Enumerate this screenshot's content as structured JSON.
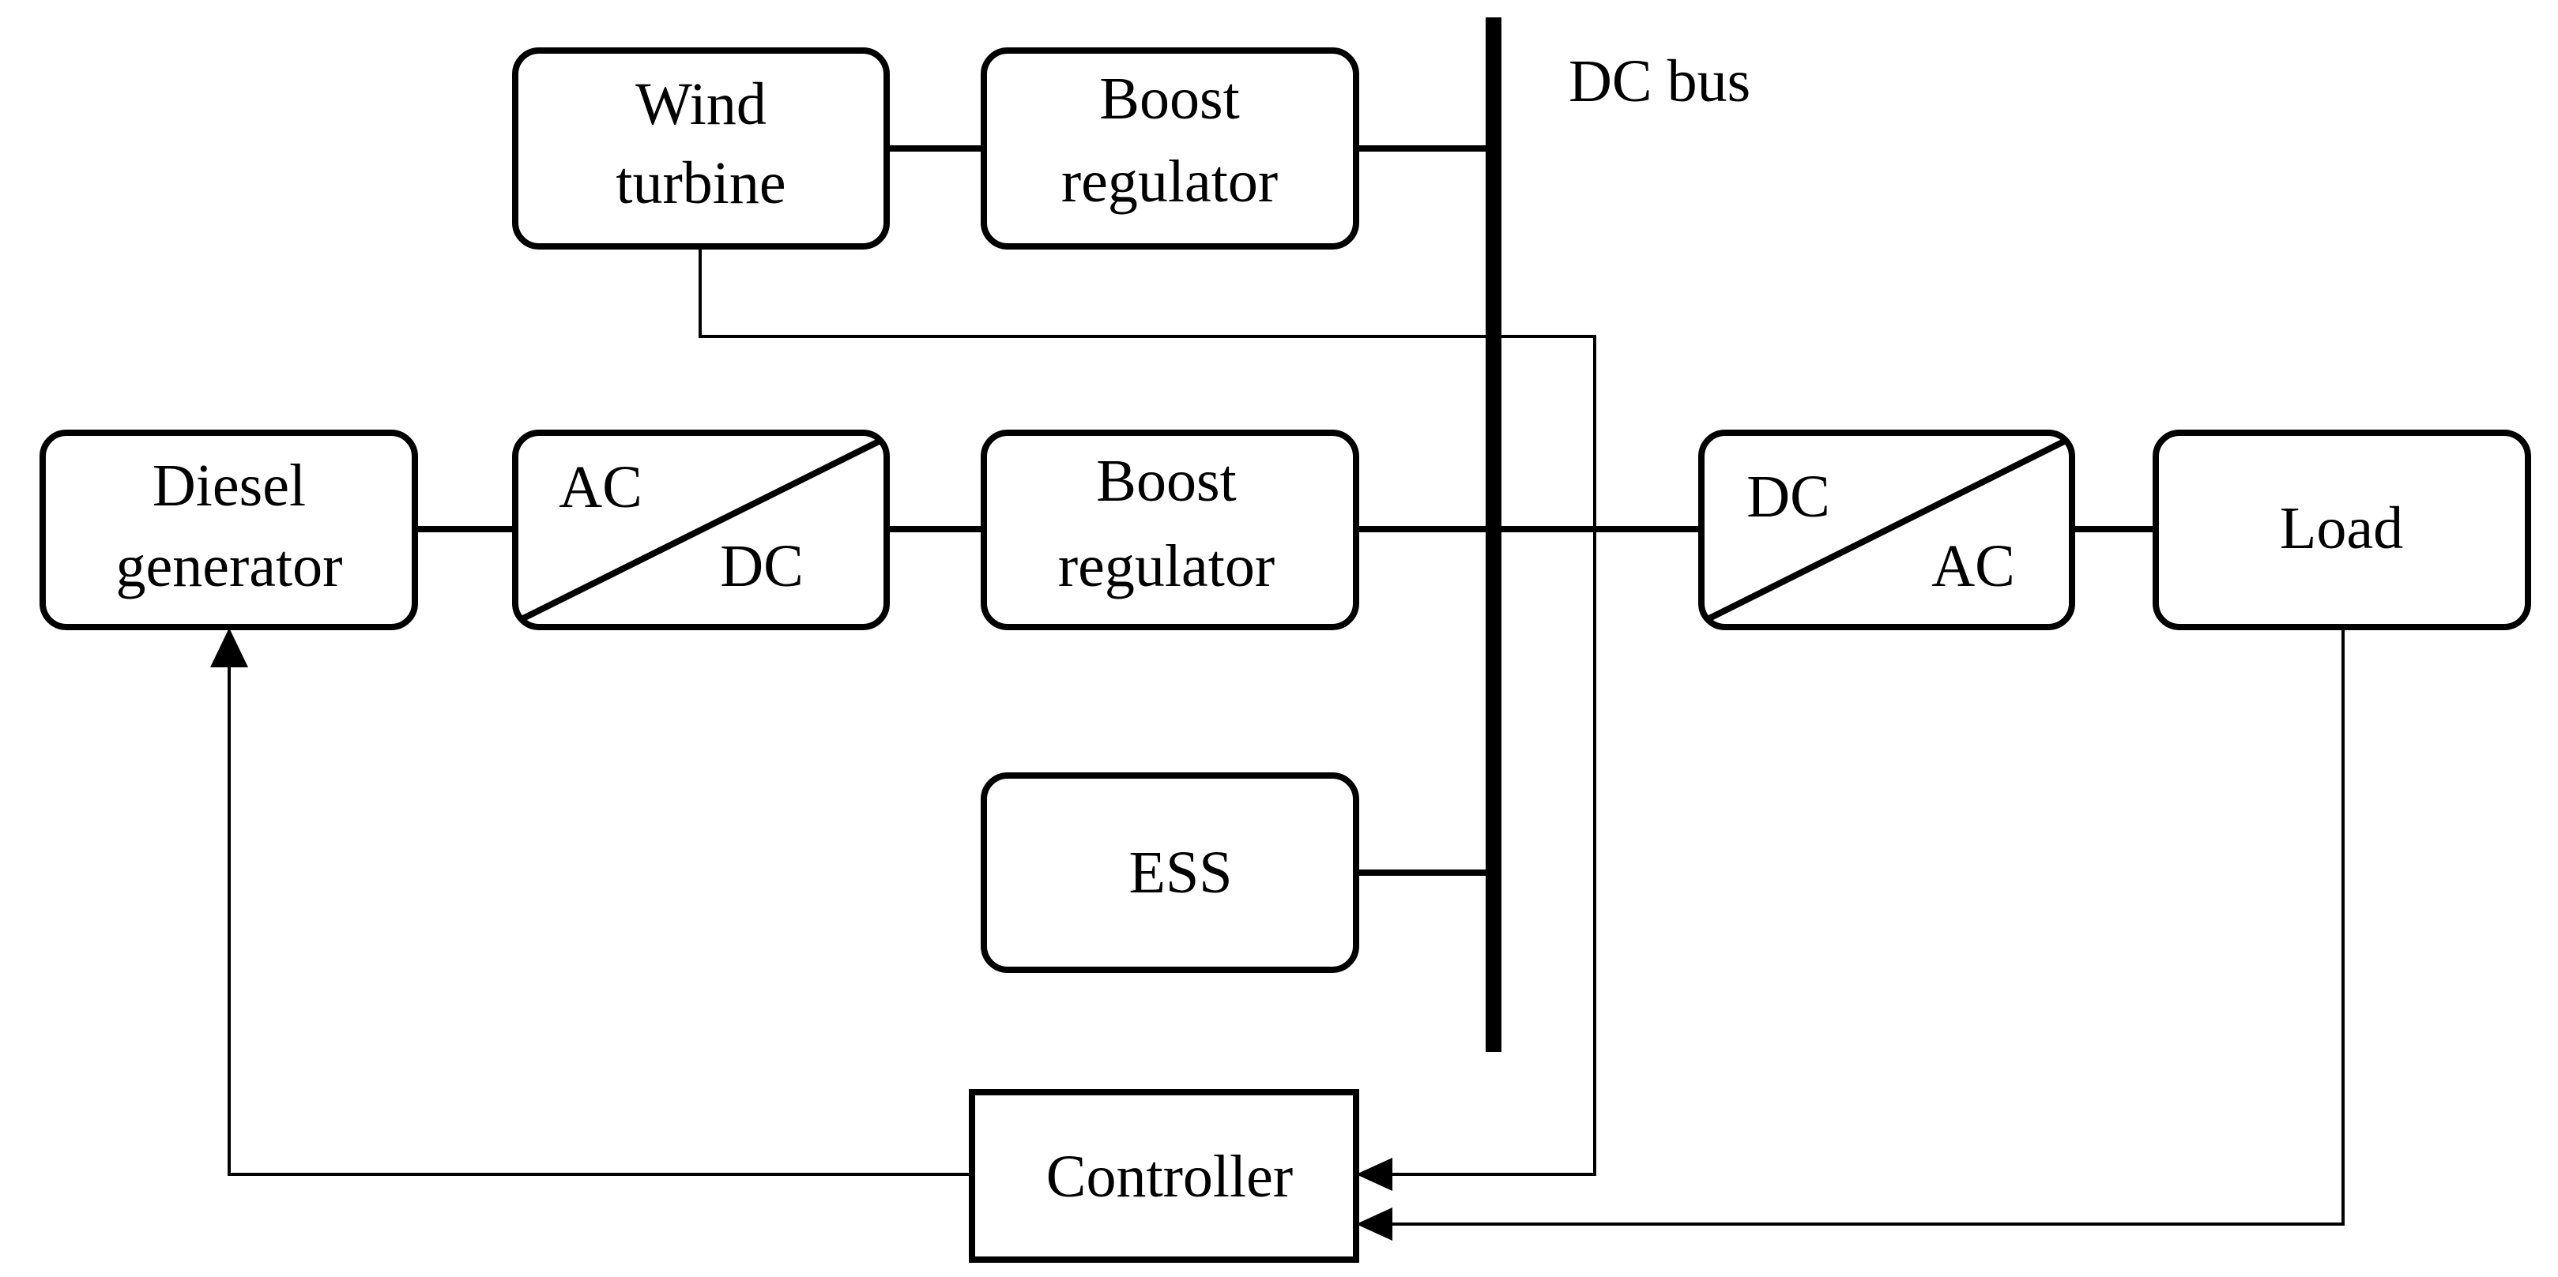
{
  "diagram": {
    "bus_label": "DC bus",
    "blocks": {
      "wind_turbine": [
        "Wind",
        "turbine"
      ],
      "boost_top": [
        "Boost",
        "regulator"
      ],
      "diesel": [
        "Diesel",
        "generator"
      ],
      "acdc": {
        "top": "AC",
        "bottom": "DC"
      },
      "boost_mid": [
        "Boost",
        "regulator"
      ],
      "dcac": {
        "top": "DC",
        "bottom": "AC"
      },
      "load": "Load",
      "ess": "ESS",
      "controller": "Controller"
    }
  }
}
